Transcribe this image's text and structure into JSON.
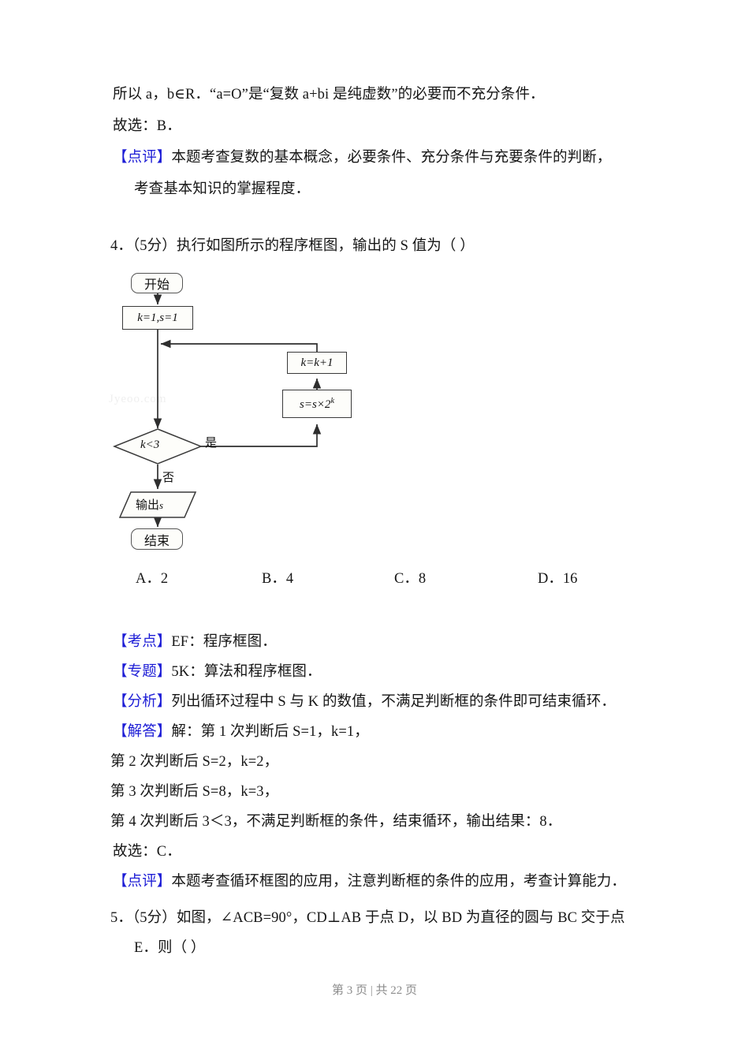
{
  "document": {
    "type": "math-exam-solution-page",
    "footer": "第 3 页 | 共 22 页"
  },
  "q3_tail": {
    "line1": "所以 a，b∈R．“a=O”是“复数 a+bi 是纯虚数”的必要而不充分条件．",
    "line2": "故选：B．",
    "comment_tag": "【点评】",
    "comment_line1": "本题考查复数的基本概念，必要条件、充分条件与充要条件的判断，",
    "comment_line2": "考查基本知识的掌握程度．"
  },
  "q4": {
    "stem": "4．（5分）执行如图所示的程序框图，输出的 S 值为（      ）",
    "flowchart": {
      "start": "开始",
      "init": "k=1,s=1",
      "increment": "k=k+1",
      "update_base": "s=s×2",
      "update_exp": "k",
      "decision": "k<3",
      "yes_label": "是",
      "no_label": "否",
      "output_text": "输出",
      "output_var": "s",
      "end": "结束",
      "watermark": "Jyeoo.com"
    },
    "options": [
      {
        "key": "A．",
        "value": "2"
      },
      {
        "key": "B．",
        "value": "4"
      },
      {
        "key": "C．",
        "value": "8"
      },
      {
        "key": "D．",
        "value": "16"
      }
    ],
    "kaodian_tag": "【考点】",
    "kaodian_text": "EF：程序框图．",
    "zhuanti_tag": "【专题】",
    "zhuanti_text": "5K：算法和程序框图．",
    "fenxi_tag": "【分析】",
    "fenxi_text": "列出循环过程中 S 与 K 的数值，不满足判断框的条件即可结束循环．",
    "jieda_tag": "【解答】",
    "jieda_line1": "解：第 1 次判断后 S=1，k=1，",
    "jieda_line2": "第 2 次判断后 S=2，k=2，",
    "jieda_line3": "第 3 次判断后 S=8，k=3，",
    "jieda_line4": "第 4 次判断后 3＜3，不满足判断框的条件，结束循环，输出结果：8．",
    "jieda_line5": "故选：C．",
    "dianping_tag": "【点评】",
    "dianping_text": "本题考查循环框图的应用，注意判断框的条件的应用，考查计算能力．"
  },
  "q5": {
    "line1": "5．（5分）如图，∠ACB=90°，CD⊥AB 于点 D，以 BD 为直径的圆与 BC 交于点",
    "line2": "E．则（      ）"
  },
  "colors": {
    "tag_blue": "#1d1dd6",
    "body_text": "#161616",
    "footer_gray": "#8c8c8c",
    "node_stroke": "#3a3a3a",
    "watermark": "#efefef"
  }
}
